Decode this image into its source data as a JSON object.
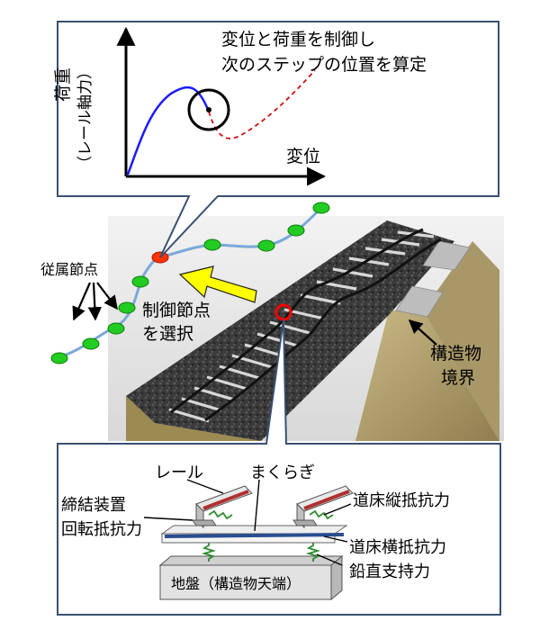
{
  "top_panel": {
    "caption_line1": "変位と荷重を制御し",
    "caption_line2": "次のステップの位置を算定",
    "y_axis_label_main": "荷重",
    "y_axis_label_sub": "（レール軸力）",
    "x_axis_label": "変位"
  },
  "middle": {
    "slave_nodes_label": "従属節点",
    "control_node_label_line1": "制御節点",
    "control_node_label_line2": "を選択",
    "boundary_label_line1": "構造物",
    "boundary_label_line2": "境界"
  },
  "bottom_panel": {
    "rail_label": "レール",
    "sleeper_label": "まくらぎ",
    "fastener_label_line1": "締結装置",
    "fastener_label_line2": "回転抵抗力",
    "ballast_long_label": "道床縦抵抗力",
    "ballast_lat_label": "道床横抵抗力",
    "vertical_support_label": "鉛直支持力",
    "ground_label": "地盤（構造物天端）"
  },
  "colors": {
    "curve_solid": "#1a1aff",
    "curve_dashed": "#cc1111",
    "node_green": "#22cc22",
    "node_red": "#ff3300",
    "arrow_yellow": "#ffff00",
    "rail_red": "#b03030",
    "sleeper_blue": "#2a4d8f",
    "spring_green": "#2e8b2e"
  }
}
